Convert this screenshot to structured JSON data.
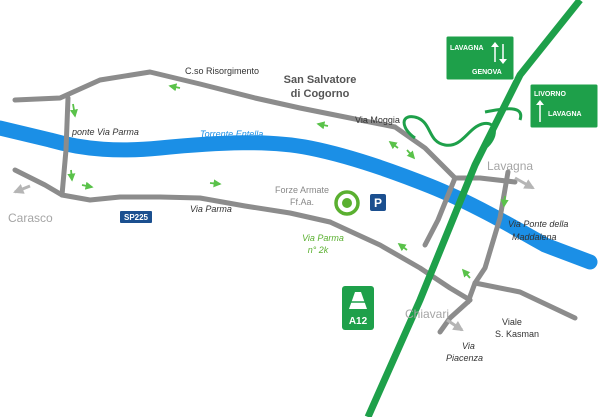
{
  "map": {
    "places": {
      "san_salvatore_line1": "San Salvatore",
      "san_salvatore_line2": "di Cogorno",
      "lavagna": "Lavagna",
      "chiavari": "Chiavari",
      "carasco": "Carasco"
    },
    "roads": {
      "corso_risorgimento": "C.so Risorgimento",
      "via_moggia": "Via Moggia",
      "ponte_via_parma": "ponte Via Parma",
      "via_parma": "Via Parma",
      "via_ponte_maddalena_line1": "Via Ponte della",
      "via_ponte_maddalena_line2": "Maddalena",
      "viale_kasman_line1": "Viale",
      "viale_kasman_line2": "S. Kasman",
      "via_piacenza_line1": "Via",
      "via_piacenza_line2": "Piacenza"
    },
    "river": {
      "name": "Torrente Entella"
    },
    "badges": {
      "sp225": "SP225",
      "a12": "A12",
      "parking": "P"
    },
    "destination": {
      "name_line1": "Forze Armate",
      "name_line2": "Ff.Aa.",
      "address_line1": "Via Parma",
      "address_line2": "n° 2k"
    },
    "signs": {
      "lavagna_genova": {
        "left": "LAVAGNA",
        "right": "GENOVA"
      },
      "livorno_lavagna": {
        "top": "LIVORNO",
        "bottom": "LAVAGNA"
      }
    },
    "colors": {
      "river": "#1b8fe6",
      "river_text": "#1b8fe6",
      "road": "#8c8c8c",
      "highway": "#1ea04a",
      "arrow": "#5ac24a",
      "marker": "#5ab030",
      "badge_blue": "#1b4f8f",
      "place_gray": "#a5a5a5",
      "text_dark": "#333333"
    }
  }
}
